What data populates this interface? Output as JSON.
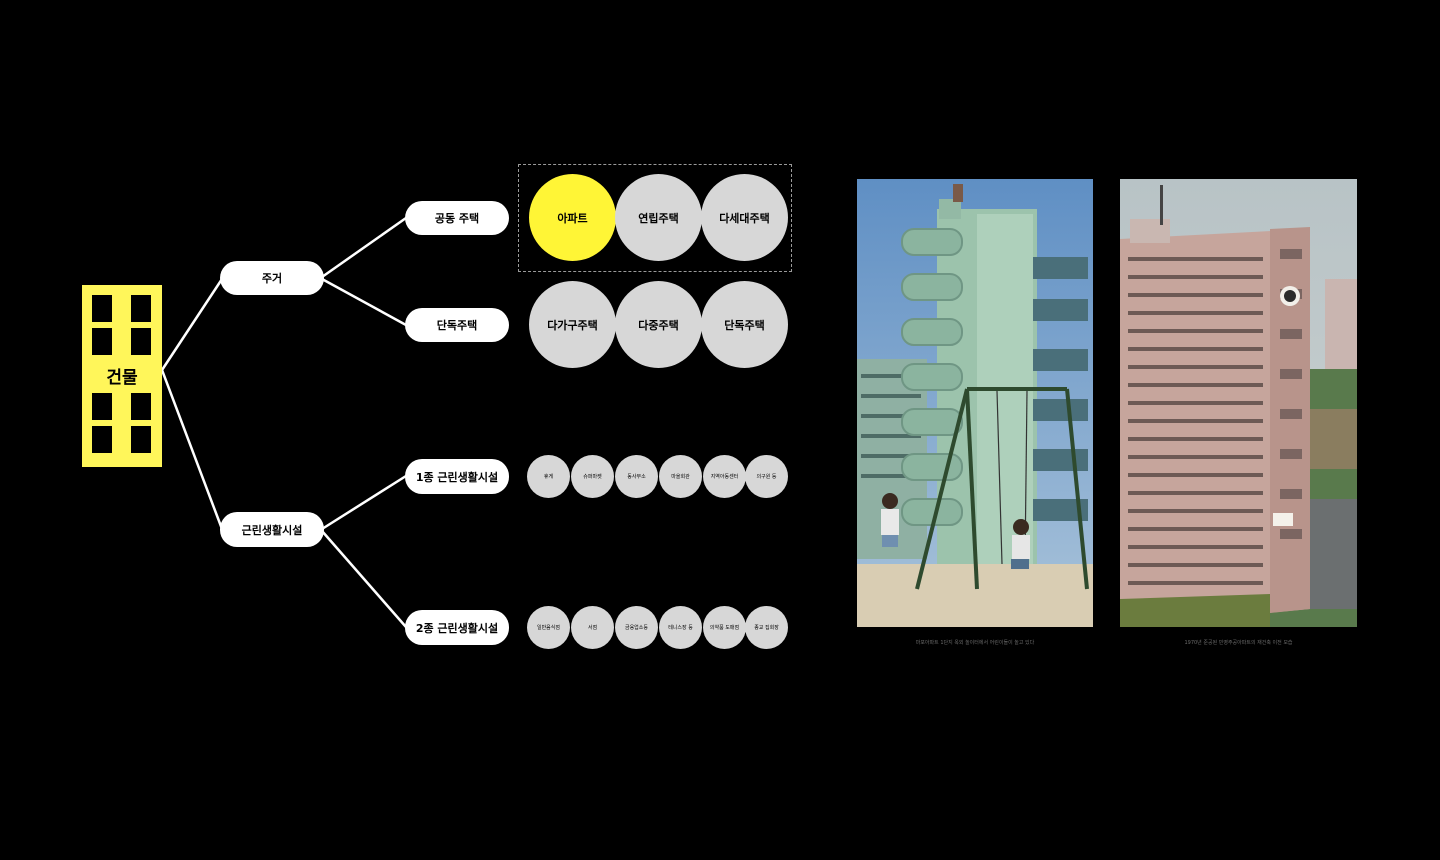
{
  "root": {
    "label": "건물"
  },
  "branches": {
    "housing": {
      "label": "주거",
      "children": {
        "apartment_group": {
          "label": "공동 주택",
          "items": [
            {
              "label": "아파트",
              "highlighted": true
            },
            {
              "label": "연립주택",
              "highlighted": false
            },
            {
              "label": "다세대주택",
              "highlighted": false
            }
          ]
        },
        "detached_group": {
          "label": "단독주택",
          "items": [
            {
              "label": "다가구주택"
            },
            {
              "label": "다중주택"
            },
            {
              "label": "단독주택"
            }
          ]
        }
      }
    },
    "neighborhood": {
      "label": "근린생활시설",
      "children": {
        "type1": {
          "label": "1종 근린생활시설",
          "items": [
            "휴게",
            "슈퍼마켓",
            "동사무소",
            "마을회관",
            "지역아동센터",
            "의구원 등"
          ]
        },
        "type2": {
          "label": "2종 근린생활시설",
          "items": [
            "일반음식점",
            "서점",
            "금융업소등",
            "테니스장 등",
            "의약품 도매점",
            "종교 집회장"
          ]
        }
      }
    }
  },
  "photos": [
    {
      "name": "apartment-playground-photo",
      "caption": "마포아파트 1단지 옥외 놀이터에서 어린이들이 놀고 있다"
    },
    {
      "name": "highrise-apartment-photo",
      "caption": "1970년 준공된 민영주공아파트의 재건축 이전 모습"
    }
  ],
  "colors": {
    "highlight": "#fff536",
    "node": "#ffffff",
    "leaf": "#d7d7d7",
    "background": "#000000"
  }
}
